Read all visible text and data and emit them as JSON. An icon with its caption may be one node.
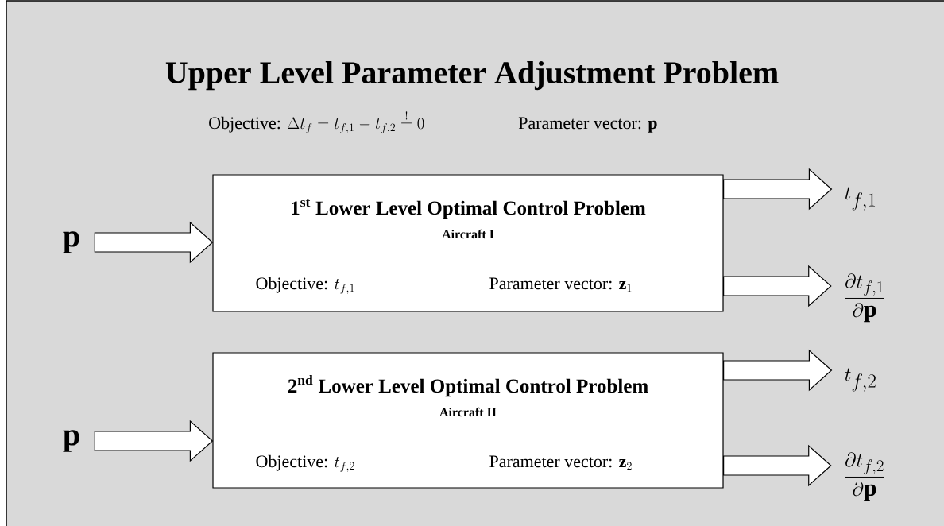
{
  "diagram": {
    "title": "Upper Level Parameter Adjustment Problem",
    "nodes": [
      {
        "text": [
          "p"
        ]
      },
      {
        "text": [
          "\\textbf{1}^{\\textbf{st}}\\textbf{ Lower Level Optimal Control Problem}",
          "Aircraft I",
          "\\text{Objective: }t_{f,1}",
          "\\text{Parameter vector: }\\mathbf{z}_{1}"
        ]
      },
      {
        "text": [
          "t_{f,1}"
        ]
      },
      {
        "text": [
          "\\frac{\\partial t_{f,1}}{\\partial \\mathbf{p}}"
        ]
      },
      {
        "text": [
          "p"
        ]
      },
      {
        "text": [
          "\\textbf{2}^{\\textbf{nd}}\\textbf{ Lower Level Optimal Control Problem}",
          "Aircraft II",
          "\\text{Objective: }t_{f,2}",
          "\\text{Parameter vector: }\\mathbf{z}_{2}"
        ]
      },
      {
        "text": [
          "t_{f,2}"
        ]
      },
      {
        "text": [
          "\\frac{\\partial t_{f,2}}{\\partial \\mathbf{p}}"
        ]
      }
    ],
    "edges": [
      {
        "from": 0,
        "to": 1,
        "arrow": "to"
      },
      {
        "from": 1,
        "to": 2,
        "arrow": "to"
      },
      {
        "from": 1,
        "to": 3,
        "arrow": "to"
      },
      {
        "from": 4,
        "to": 5,
        "arrow": "to"
      },
      {
        "from": 5,
        "to": 6,
        "arrow": "to"
      },
      {
        "from": 5,
        "to": 7,
        "arrow": "to"
      }
    ],
    "labels": [
      "\\text{Objective: }\\Delta t_{f} = t_{f,1} - t_{f,2} \\overset{!}{=} 0",
      "Parameter vector: **p**"
    ]
  }
}
